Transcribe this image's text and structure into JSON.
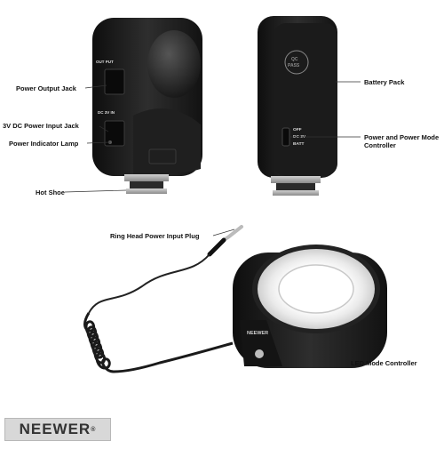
{
  "labels": {
    "power_output_jack": "Power Output Jack",
    "dc_input_jack": "3V DC Power Input Jack",
    "power_indicator": "Power Indicator Lamp",
    "hot_shoe": "Hot Shoe",
    "battery_pack": "Battery Pack",
    "power_mode_controller_1": "Power and Power Mode",
    "power_mode_controller_2": "Controller",
    "ring_head_plug": "Ring Head Power Input Plug",
    "led_mode_controller": "LED Mode Controller"
  },
  "device_text": {
    "out_put": "OUT PUT",
    "dc_in": "DC 3V IN",
    "qc_1": "QC",
    "qc_2": "PASS",
    "switch_off": "OFF",
    "switch_dc": "DC 3V",
    "switch_batt": "BATT",
    "ring_brand": "NEEWER"
  },
  "logo": {
    "brand": "NEEWER",
    "mark": "®"
  },
  "colors": {
    "body_dark": "#1a1a1a",
    "body_mid": "#2c2c2c",
    "metal": "#b5b5b5",
    "led_ring": "#f4f4f4",
    "logo_bg": "#d8d8d8"
  }
}
